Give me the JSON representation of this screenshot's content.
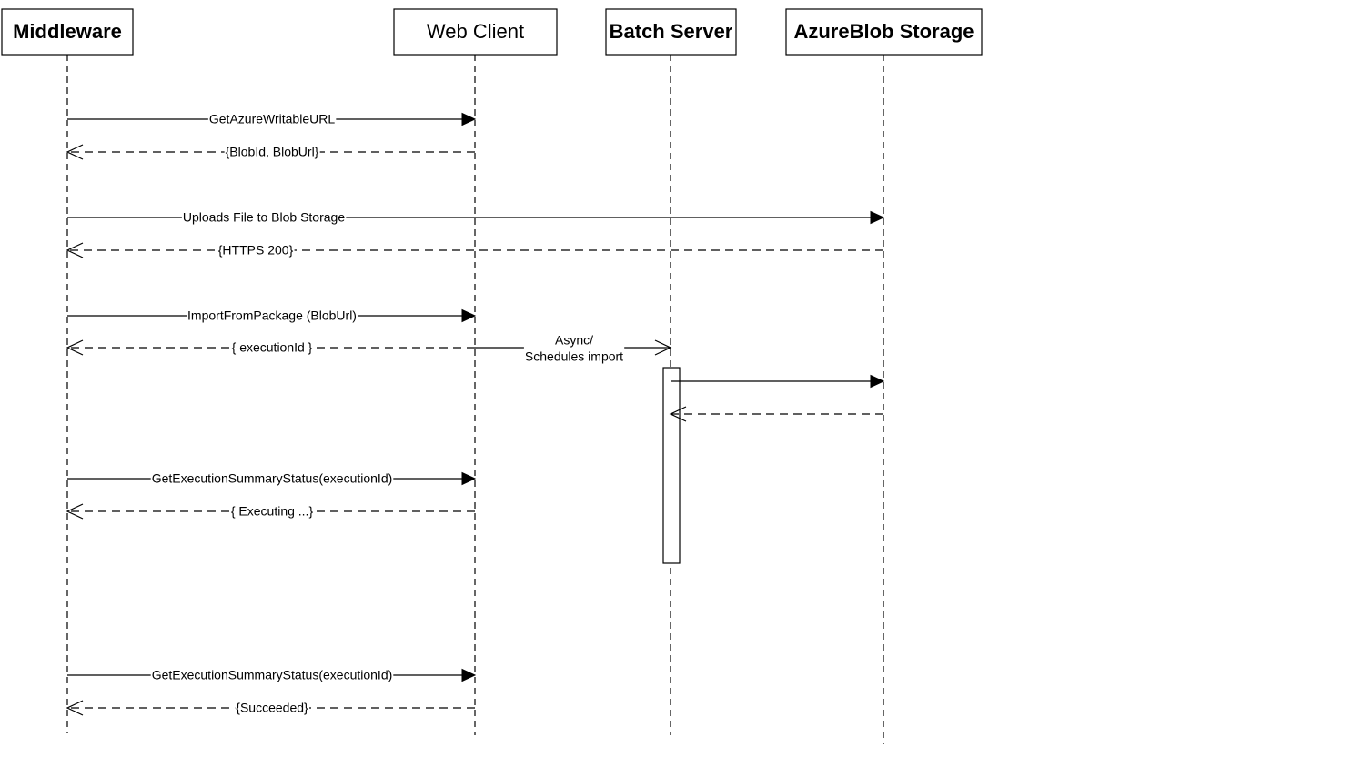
{
  "diagram": {
    "actors": [
      {
        "id": "middleware",
        "label": "Middleware",
        "bold": true
      },
      {
        "id": "webclient",
        "label": "Web Client",
        "bold": false
      },
      {
        "id": "batchserver",
        "label": "Batch Server",
        "bold": true
      },
      {
        "id": "azureblob",
        "label": "AzureBlob Storage",
        "bold": true
      }
    ],
    "messages": [
      {
        "from": "middleware",
        "to": "webclient",
        "style": "solid",
        "label": [
          "GetAzureWritableURL"
        ]
      },
      {
        "from": "webclient",
        "to": "middleware",
        "style": "dashed",
        "label": [
          "{BlobId, BlobUrl}"
        ]
      },
      {
        "from": "middleware",
        "to": "azureblob",
        "style": "solid",
        "label": [
          "Uploads File to Blob Storage"
        ]
      },
      {
        "from": "azureblob",
        "to": "middleware",
        "style": "dashed",
        "label": [
          "{HTTPS 200}"
        ]
      },
      {
        "from": "middleware",
        "to": "webclient",
        "style": "solid",
        "label": [
          "ImportFromPackage (BlobUrl)"
        ]
      },
      {
        "from": "webclient",
        "to": "middleware",
        "style": "dashed",
        "label": [
          "{ executionId }"
        ]
      },
      {
        "from": "webclient",
        "to": "batchserver",
        "style": "solid-open",
        "label": [
          "Async/",
          "Schedules import"
        ]
      },
      {
        "from": "batchserver",
        "to": "azureblob",
        "style": "solid",
        "label": []
      },
      {
        "from": "azureblob",
        "to": "batchserver",
        "style": "dashed",
        "label": []
      },
      {
        "from": "middleware",
        "to": "webclient",
        "style": "solid",
        "label": [
          "GetExecutionSummaryStatus(executionId)"
        ]
      },
      {
        "from": "webclient",
        "to": "middleware",
        "style": "dashed",
        "label": [
          "{ Executing ...}"
        ]
      },
      {
        "from": "middleware",
        "to": "webclient",
        "style": "solid",
        "label": [
          "GetExecutionSummaryStatus(executionId)"
        ]
      },
      {
        "from": "webclient",
        "to": "middleware",
        "style": "dashed",
        "label": [
          "{Succeeded}"
        ]
      }
    ],
    "activations": [
      {
        "actor": "batchserver"
      }
    ]
  }
}
